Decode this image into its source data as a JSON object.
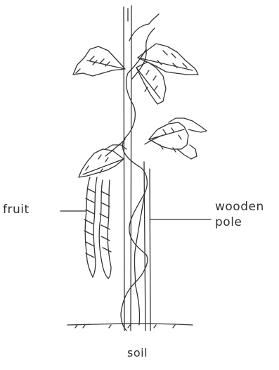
{
  "labels": {
    "fruit": "fruit",
    "wooden": "wooden",
    "pole": "pole",
    "soil": "soil"
  },
  "colors": {
    "ink": "#333333",
    "background": "#ffffff"
  }
}
